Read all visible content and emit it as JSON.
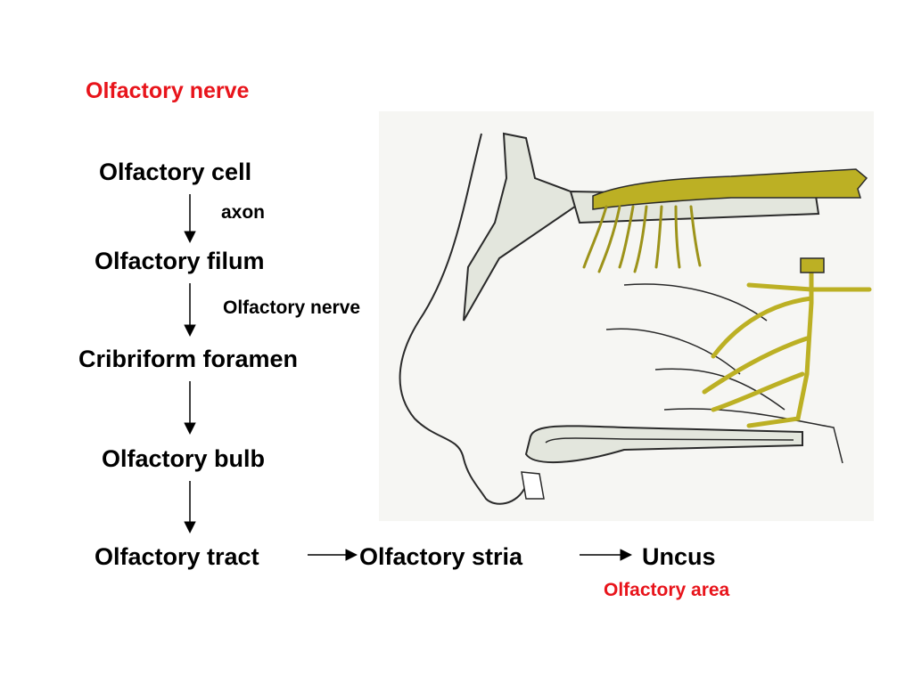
{
  "title": "Olfactory nerve",
  "flow": {
    "cell": "Olfactory cell",
    "axon": "axon",
    "filum": "Olfactory filum",
    "nerve": "Olfactory nerve",
    "cribriform": "Cribriform foramen",
    "bulb": "Olfactory bulb",
    "tract": "Olfactory tract",
    "stria": "Olfactory stria",
    "uncus": "Uncus",
    "area": "Olfactory area"
  },
  "colors": {
    "title": "#e8141b",
    "nerve_fill": "#bcb024",
    "bone_fill": "#e3e6dd",
    "outline": "#2a2a2a"
  }
}
